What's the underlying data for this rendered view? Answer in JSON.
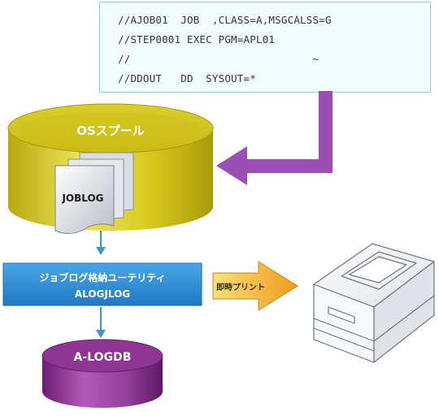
{
  "jcl": {
    "lines": [
      "//AJOB01  JOB  ,CLASS=A,MSGCALSS=G",
      "//STEP0001 EXEC PGM=APL01",
      "//                             ~",
      "//DDOUT   DD  SYSOUT=*"
    ]
  },
  "spool": {
    "label": "OSスプール"
  },
  "joblog": {
    "label": "JOBLOG"
  },
  "utility": {
    "line1": "ジョブログ格納ユーテリティ",
    "line2": "ALOGJLOG"
  },
  "print_arrow": {
    "label": "即時プリント"
  },
  "database": {
    "label": "A-LOGDB"
  },
  "colors": {
    "spool_yellow": "#dcd11e",
    "utility_blue": "#2f8fd6",
    "arrow_purple": "#9b4fb4",
    "db_purple": "#8a2e8f",
    "print_orange": "#f3b53a"
  }
}
